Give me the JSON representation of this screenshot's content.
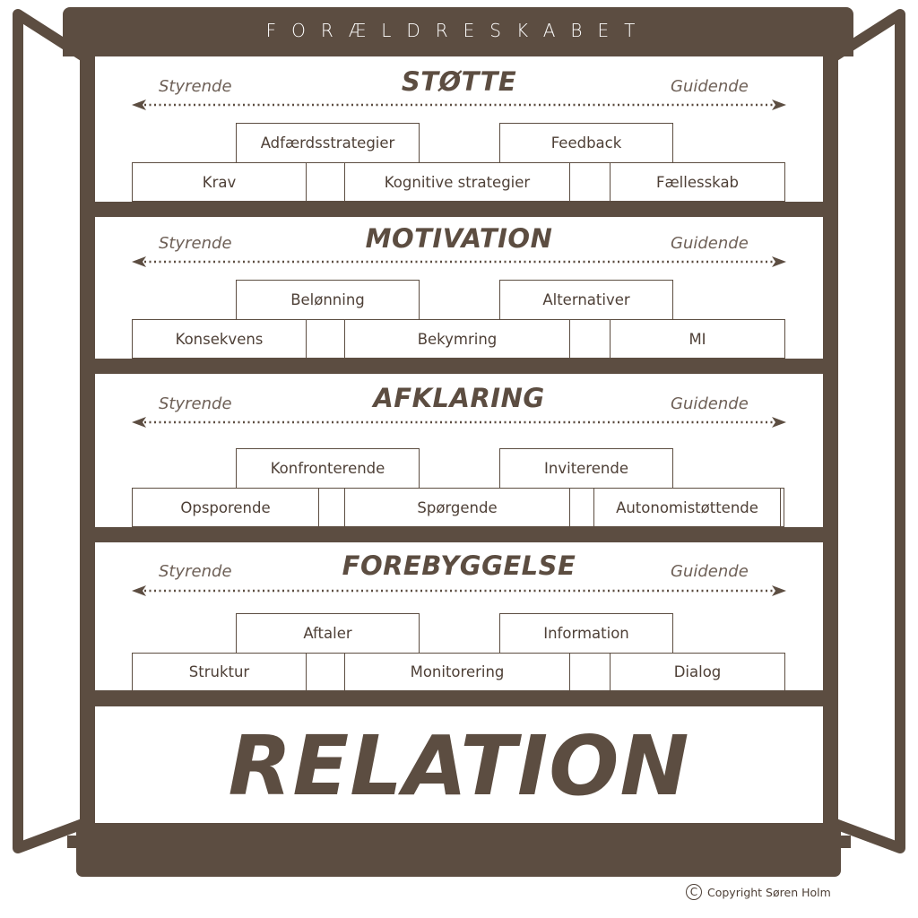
{
  "header": {
    "title": "FORÆLDRESKABET"
  },
  "shelves": [
    {
      "title": "STØTTE",
      "left": "Styrende",
      "right": "Guidende",
      "top": [
        "Adfærdsstrategier",
        "Feedback"
      ],
      "bottom": [
        "Krav",
        "Kognitive strategier",
        "Fællesskab"
      ]
    },
    {
      "title": "MOTIVATION",
      "left": "Styrende",
      "right": "Guidende",
      "top": [
        "Belønning",
        "Alternativer"
      ],
      "bottom": [
        "Konsekvens",
        "Bekymring",
        "MI"
      ]
    },
    {
      "title": "AFKLARING",
      "left": "Styrende",
      "right": "Guidende",
      "top": [
        "Konfronterende",
        "Inviterende"
      ],
      "bottom": [
        "Opsporende",
        "Spørgende",
        "Autonomistøttende"
      ]
    },
    {
      "title": "FOREBYGGELSE",
      "left": "Styrende",
      "right": "Guidende",
      "top": [
        "Aftaler",
        "Information"
      ],
      "bottom": [
        "Struktur",
        "Monitorering",
        "Dialog"
      ]
    }
  ],
  "foundation": {
    "title": "RELATION"
  },
  "footer": {
    "copyright": "Copyright Søren Holm",
    "copyright_symbol": "C"
  },
  "colors": {
    "frame": "#5c4d41"
  }
}
